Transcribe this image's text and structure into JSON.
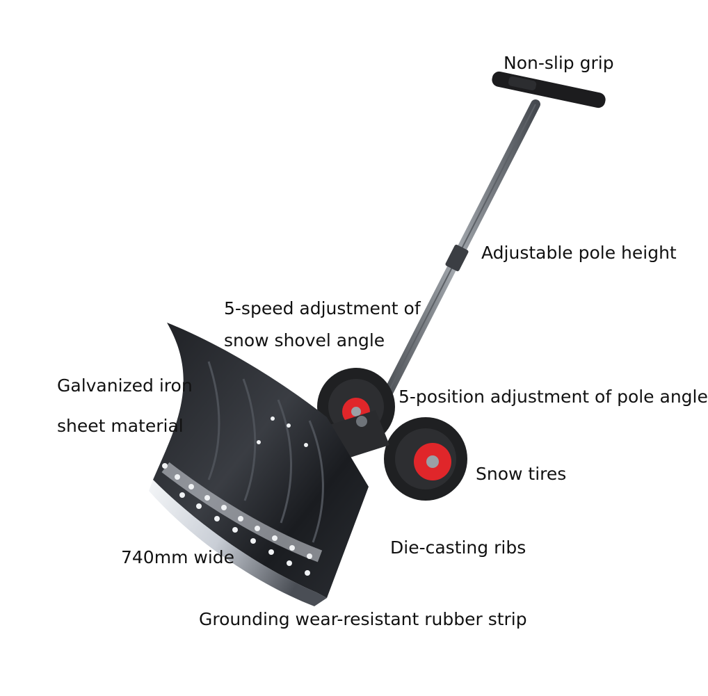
{
  "image": {
    "subject": "snow-shovel-icon",
    "colors": {
      "background": "#ffffff",
      "pole": "#5c6066",
      "pole_highlight": "#9aa0a6",
      "grip": "#1c1c1e",
      "blade_dark": "#2a2c30",
      "blade_light": "#e6e9ee",
      "tire": "#1f2022",
      "rim": "#e0262a",
      "label_text": "#111111"
    }
  },
  "callouts": {
    "grip": "Non-slip grip",
    "pole_height": "Adjustable pole height",
    "shovel_angle": [
      "5-speed adjustment of",
      "snow shovel angle"
    ],
    "material": [
      "Galvanized iron",
      "sheet material"
    ],
    "pole_angle": "5-position adjustment of pole angle",
    "tires": "Snow tires",
    "ribs": "Die-casting ribs",
    "width": "740mm wide",
    "strip": "Grounding wear-resistant rubber strip"
  }
}
